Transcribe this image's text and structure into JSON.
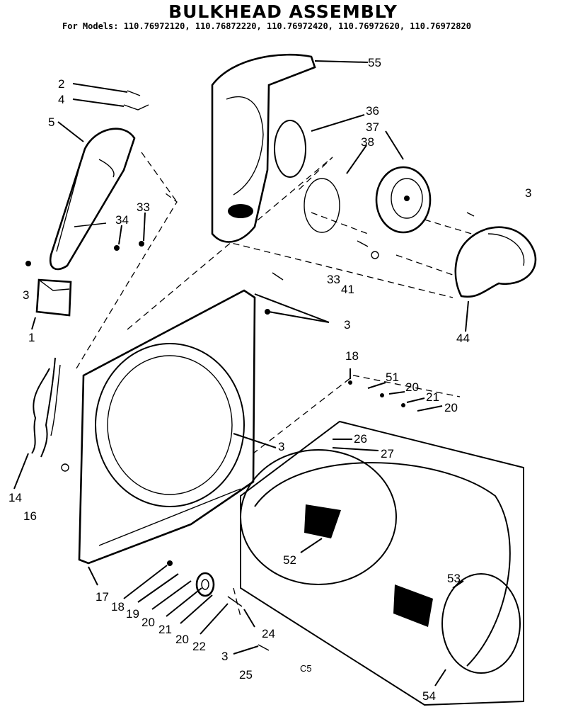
{
  "header": {
    "title": "BULKHEAD ASSEMBLY",
    "models_line": "For Models: 110.76972120, 110.76872220, 110.76972420, 110.76972620, 110.76972820"
  },
  "diagram": {
    "callouts": {
      "c2": "2",
      "c4": "4",
      "c5": "5",
      "c33a": "33",
      "c34": "34",
      "c3a": "3",
      "c1": "1",
      "c55": "55",
      "c36": "36",
      "c37": "37",
      "c38": "38",
      "c3b": "3",
      "c33b": "33",
      "c41": "41",
      "c44": "44",
      "c3c": "3",
      "c18a": "18",
      "c51": "51",
      "c20a": "20",
      "c21a": "21",
      "c20b": "20",
      "c3d": "3",
      "c26": "26",
      "c27": "27",
      "c14": "14",
      "c16": "16",
      "c52": "52",
      "c53": "53",
      "c17": "17",
      "c18b": "18",
      "c19": "19",
      "c20c": "20",
      "c21b": "21",
      "c20d": "20",
      "c22": "22",
      "c24": "24",
      "c3e": "3",
      "c25": "25",
      "c54": "54",
      "cC5": "C5"
    }
  }
}
